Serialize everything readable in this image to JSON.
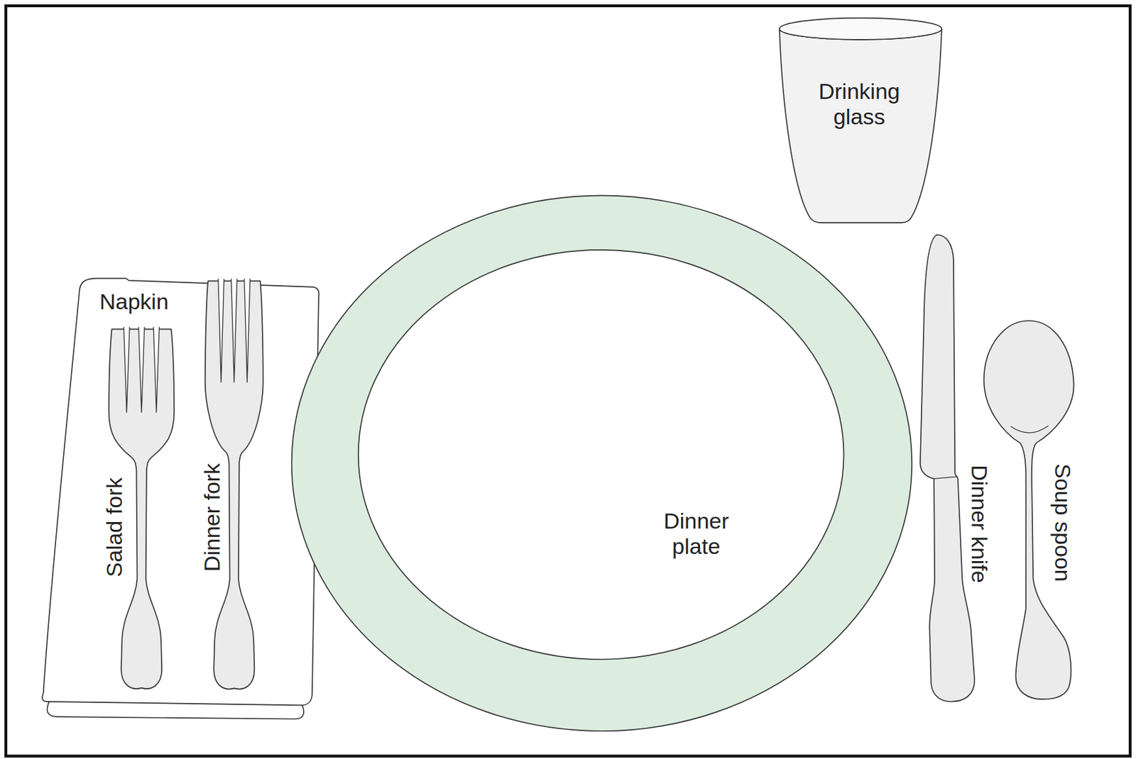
{
  "diagram": {
    "nodes": [
      {
        "text": [
          "Napkin"
        ]
      },
      {
        "text": [
          "Salad fork"
        ],
        "in": 0
      },
      {
        "text": [
          "Dinner fork"
        ],
        "in": 0
      },
      {
        "text": [
          "Dinner plate"
        ]
      },
      {
        "text": [
          "Drinking glass"
        ]
      },
      {
        "text": [
          "Dinner knife"
        ]
      },
      {
        "text": [
          "Soup spoon"
        ]
      }
    ]
  }
}
